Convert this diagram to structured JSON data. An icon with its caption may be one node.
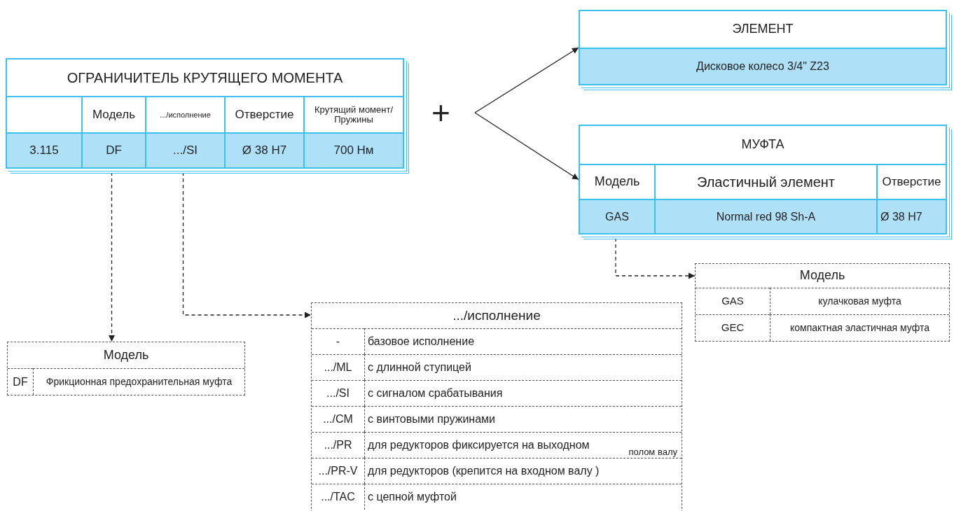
{
  "diagram": {
    "nodes": [
      {
        "text": [
          "ОГРАНИЧИТЕЛЬ КРУТЯЩЕГО МОМЕНТА"
        ]
      },
      {
        "text": [],
        "shape": "box",
        "in": 0
      },
      {
        "text": [
          "Модель"
        ],
        "in": 0
      },
      {
        "text": [
          ".../исполнение"
        ],
        "in": 0
      },
      {
        "text": [
          "Отверстие"
        ],
        "in": 0
      },
      {
        "text": [
          "Крутящий момент/ Пружины"
        ],
        "in": 0
      },
      {
        "text": [
          "3.115"
        ],
        "in": 0
      },
      {
        "text": [
          "DF"
        ],
        "in": 0
      },
      {
        "text": [
          ".../SI"
        ],
        "in": 0
      },
      {
        "text": [
          "Ø 38 H7"
        ],
        "in": 0
      },
      {
        "text": [
          "700 Нм"
        ],
        "in": 0
      },
      {
        "text": [
          "+"
        ]
      },
      {
        "text": [
          "ЭЛЕМЕНТ"
        ]
      },
      {
        "text": [
          "Дисковое колесо 3/4\" Z23"
        ],
        "in": 12
      },
      {
        "text": [
          "МУФТА"
        ]
      },
      {
        "text": [
          "Модель"
        ],
        "in": 14
      },
      {
        "text": [
          "Эластичный элемент"
        ],
        "in": 14
      },
      {
        "text": [
          "Отверстие"
        ],
        "in": 14
      },
      {
        "text": [
          "GAS"
        ],
        "in": 14
      },
      {
        "text": [
          "Normal red 98 Sh-A"
        ],
        "in": 14
      },
      {
        "text": [
          "Ø 38 H7"
        ],
        "in": 14
      },
      {
        "text": [
          "Модель"
        ]
      },
      {
        "text": [
          "GAS"
        ],
        "in": 21
      },
      {
        "text": [
          "кулачковая муфта"
        ],
        "in": 21
      },
      {
        "text": [
          "GEC"
        ],
        "in": 21
      },
      {
        "text": [
          "компактная эластичная муфта"
        ],
        "in": 21
      },
      {
        "text": [
          ".../исполнение"
        ]
      },
      {
        "text": [
          "-"
        ],
        "in": 26
      },
      {
        "text": [
          "базовое исполнение"
        ],
        "in": 26
      },
      {
        "text": [
          ".../ML"
        ],
        "in": 26
      },
      {
        "text": [
          "с длинной ступицей"
        ],
        "in": 26
      },
      {
        "text": [
          ".../SI"
        ],
        "in": 26
      },
      {
        "text": [
          "с сигналом срабатывания"
        ],
        "in": 26
      },
      {
        "text": [
          ".../CM"
        ],
        "in": 26
      },
      {
        "text": [
          "с винтовыми пружинами"
        ],
        "in": 26
      },
      {
        "text": [
          ".../PR"
        ],
        "in": 26
      },
      {
        "text": [
          "для редукторов фиксируется на выходном",
          "полом валу"
        ],
        "in": 26
      },
      {
        "text": [
          ".../PR-V"
        ],
        "in": 26
      },
      {
        "text": [
          "для редукторов (крепится на входном валу )"
        ],
        "in": 26
      },
      {
        "text": [
          ".../TAC"
        ],
        "in": 26
      },
      {
        "text": [
          "с цепной муфтой"
        ],
        "in": 26
      },
      {
        "text": [
          "Модель"
        ]
      },
      {
        "text": [
          "DF"
        ],
        "in": 41
      },
      {
        "text": [
          "Фрикционная предохранительная муфта"
        ],
        "in": 41
      }
    ],
    "edges": [
      {
        "from": 11,
        "to": 12,
        "arrow": "to"
      },
      {
        "from": 11,
        "to": 14,
        "arrow": "to"
      },
      {
        "from": 7,
        "to": 41,
        "arrow": "to",
        "style": "dashed"
      },
      {
        "from": 8,
        "to": 26,
        "arrow": "to",
        "style": "dashed"
      },
      {
        "from": 18,
        "to": 21,
        "arrow": "to",
        "style": "dashed"
      }
    ]
  }
}
